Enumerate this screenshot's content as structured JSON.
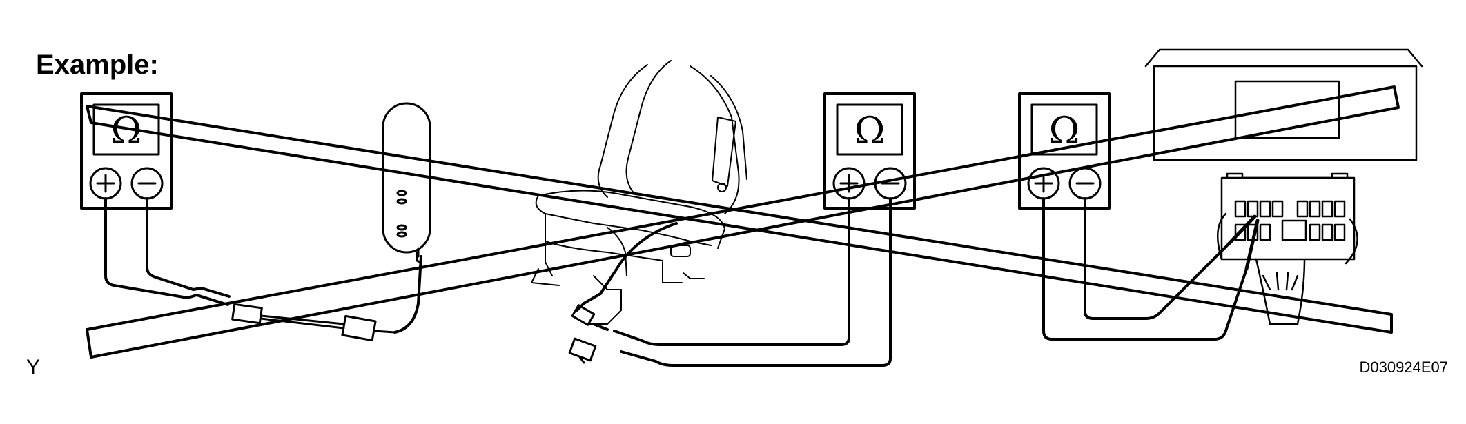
{
  "diagram": {
    "title": "Example:",
    "corner_mark": "Y",
    "figure_code": "D030924E07",
    "meter_symbol": "Ω",
    "meters": [
      {
        "id": "meter-1",
        "symbol": "Ω"
      },
      {
        "id": "meter-2",
        "symbol": "Ω"
      },
      {
        "id": "meter-3",
        "symbol": "Ω"
      }
    ],
    "crossed_out": true
  },
  "colors": {
    "line": "#000000",
    "background": "#ffffff"
  }
}
